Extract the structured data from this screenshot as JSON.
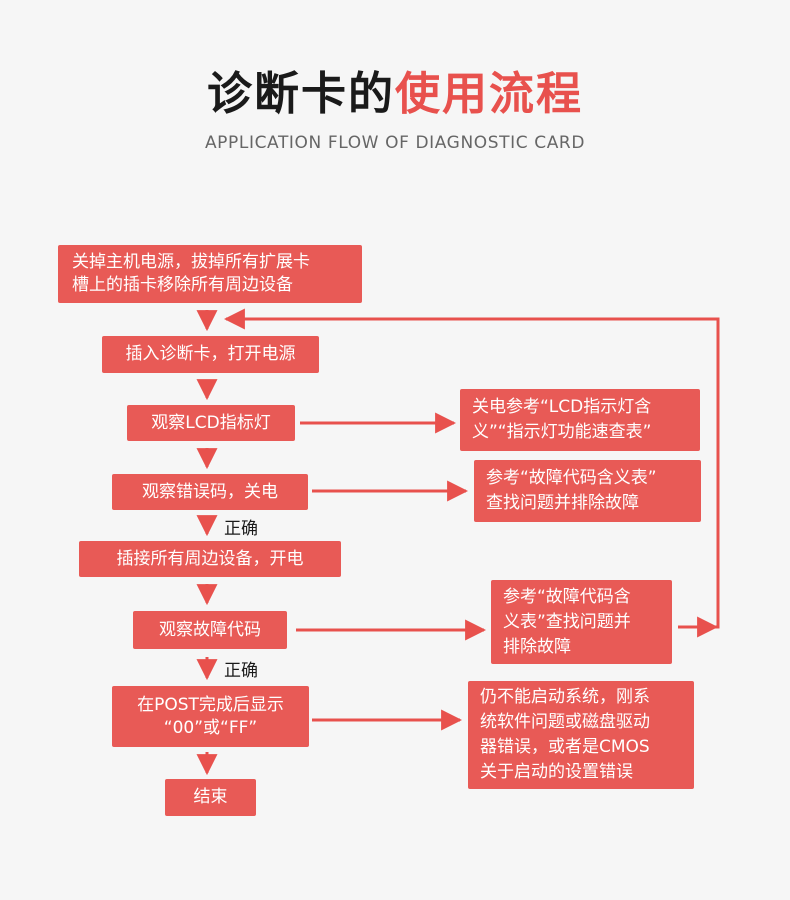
{
  "header": {
    "title_dark": "诊断卡的",
    "title_red": "使用流程",
    "subtitle": "APPLICATION FLOW OF DIAGNOSTIC CARD"
  },
  "steps": {
    "s1": "关掉主机电源，拔掉所有扩展卡\n槽上的插卡移除所有周边设备",
    "s2": "插入诊断卡，打开电源",
    "s3": "观察LCD指标灯",
    "s4": "观察错误码，关电",
    "s5": "插接所有周边设备，开电",
    "s6": "观察故障代码",
    "s7": "在POST完成后显示\n“00”或“FF”",
    "s8": "结束"
  },
  "side_notes": {
    "n1": "关电参考“LCD指示灯含\n义”“指示灯功能速查表”",
    "n2": "参考“故障代码含义表”\n查找问题并排除故障",
    "n3": "参考“故障代码含\n义表”查找问题并\n排除故障",
    "n4": "仍不能启动系统，刚系\n统软件问题或磁盘驱动\n器错误，或者是CMOS\n关于启动的设置错误"
  },
  "labels": {
    "correct_1": "正确",
    "correct_2": "正确"
  },
  "colors": {
    "accent": "#e8514d",
    "box_fill": "#e85a56",
    "text_dark": "#1a1a1a"
  }
}
